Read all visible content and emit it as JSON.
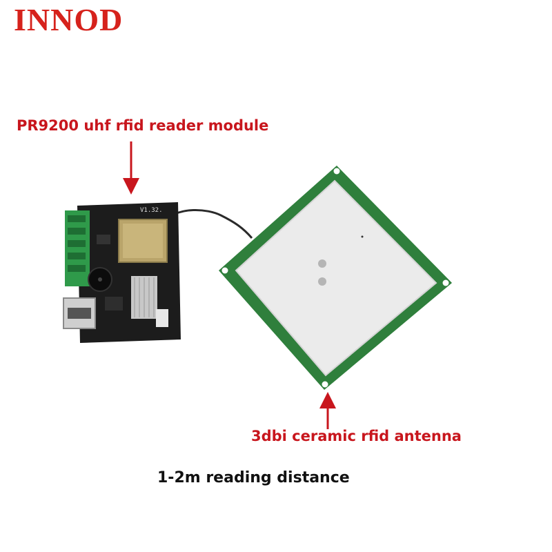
{
  "brand": {
    "name": "INNOD",
    "color": "#d6221c"
  },
  "callouts": {
    "reader_module": "PR9200 uhf rfid reader module",
    "antenna": "3dbi ceramic rfid antenna",
    "color": "#c8161d"
  },
  "caption": "1-2m reading distance",
  "board": {
    "silkscreen": "V1.32."
  }
}
